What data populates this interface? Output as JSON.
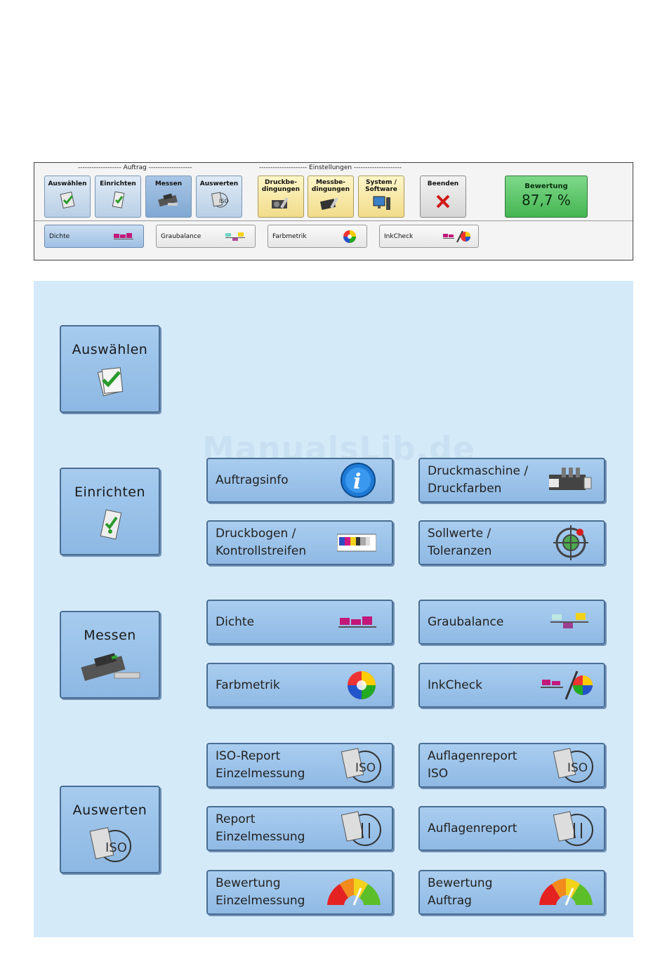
{
  "toolbar": {
    "group_auftrag": "------------------- Auftrag -------------------",
    "group_einstellungen": "--------------------- Einstellungen ---------------------",
    "buttons": {
      "auswaehlen": "Auswählen",
      "einrichten": "Einrichten",
      "messen": "Messen",
      "auswerten": "Auswerten",
      "druckbedingungen": "Druckbe-\ndingungen",
      "messbedingungen": "Messbe-\ndingungen",
      "system_software": "System /\nSoftware",
      "beenden": "Beenden"
    },
    "bewertung": {
      "label": "Bewertung",
      "value": "87,7 %"
    },
    "tabs": {
      "dichte": "Dichte",
      "graubalance": "Graubalance",
      "farbmetrik": "Farbmetrik",
      "inkcheck": "InkCheck"
    }
  },
  "main": {
    "watermark": "ManualsLib.de",
    "sections": {
      "auswaehlen": "Auswählen",
      "einrichten": "Einrichten",
      "messen": "Messen",
      "auswerten": "Auswerten"
    },
    "einrichten_buttons": {
      "auftragsinfo": "Auftragsinfo",
      "druckmaschine": "Druckmaschine /\nDruckfarben",
      "druckbogen": "Druckbogen /\nKontrollstreifen",
      "sollwerte": "Sollwerte /\nToleranzen"
    },
    "messen_buttons": {
      "dichte": "Dichte",
      "graubalance": "Graubalance",
      "farbmetrik": "Farbmetrik",
      "inkcheck": "InkCheck"
    },
    "auswerten_buttons": {
      "iso_report": "ISO-Report\nEinzelmessung",
      "auflagenreport_iso": "Auflagenreport\nISO",
      "report": "Report\nEinzelmessung",
      "auflagenreport": "Auflagenreport",
      "bewertung_einzel": "Bewertung\nEinzelmessung",
      "bewertung_auftrag": "Bewertung\nAuftrag"
    }
  },
  "colors": {
    "panel_bg": "#d5eaf9",
    "button_blue": "#9ec4ea",
    "score_green": "#5ac266"
  }
}
